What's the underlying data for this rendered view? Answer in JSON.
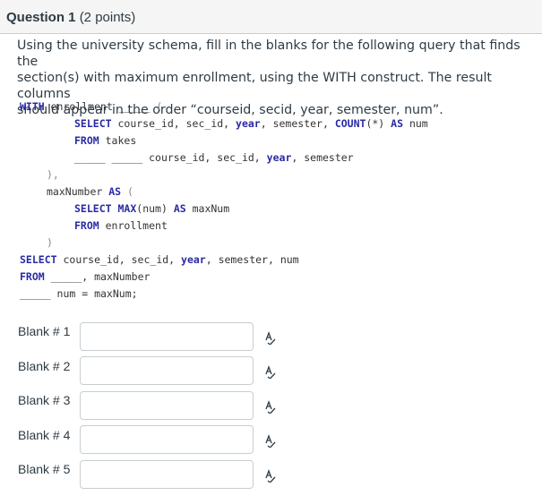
{
  "question": {
    "number_label": "Question 1",
    "points_label": "(2 points)",
    "text_lines": [
      "Using the university schema, fill in the blanks for the following query that finds the",
      "section(s) with maximum enrollment, using the WITH construct. The result columns",
      "should appear in the order “courseid, secid, year, semester, num”."
    ]
  },
  "code": {
    "l1": {
      "kw": "WITH",
      "rest": " enrollment ",
      "blank": "_____",
      "tail": " ("
    },
    "l2": {
      "kw": "SELECT",
      "a": " course_id, sec_id, ",
      "kw_year": "year",
      "b": ", semester, ",
      "kw_count": "COUNT",
      "c": "(*) ",
      "kw_as": "AS",
      "d": " num"
    },
    "l3": {
      "kw": "FROM",
      "rest": " takes"
    },
    "l4": {
      "blank1": "_____",
      "blank2": "_____",
      "rest": " course_id, sec_id, ",
      "kw_year": "year",
      "tail": ", semester"
    },
    "l5": {
      "text": "),"
    },
    "l6": {
      "a": "maxNumber ",
      "kw_as": "AS",
      "b": " ("
    },
    "l7": {
      "kw": "SELECT",
      "kw_max": "MAX",
      "a": "(num) ",
      "kw_as": "AS",
      "b": " maxNum"
    },
    "l8": {
      "kw": "FROM",
      "rest": " enrollment"
    },
    "l9": {
      "text": ")"
    },
    "l10": {
      "kw": "SELECT",
      "a": " course_id, sec_id, ",
      "kw_year": "year",
      "b": ", semester, num"
    },
    "l11": {
      "kw": "FROM",
      "blank": "_____",
      "rest": ", maxNumber"
    },
    "l12": {
      "blank": "_____",
      "rest": " num = maxNum;"
    }
  },
  "blanks": [
    {
      "label": "Blank # 1",
      "value": ""
    },
    {
      "label": "Blank # 2",
      "value": ""
    },
    {
      "label": "Blank # 3",
      "value": ""
    },
    {
      "label": "Blank # 4",
      "value": ""
    },
    {
      "label": "Blank # 5",
      "value": ""
    }
  ],
  "icons": {
    "spellcheck": "spellcheck-icon"
  }
}
